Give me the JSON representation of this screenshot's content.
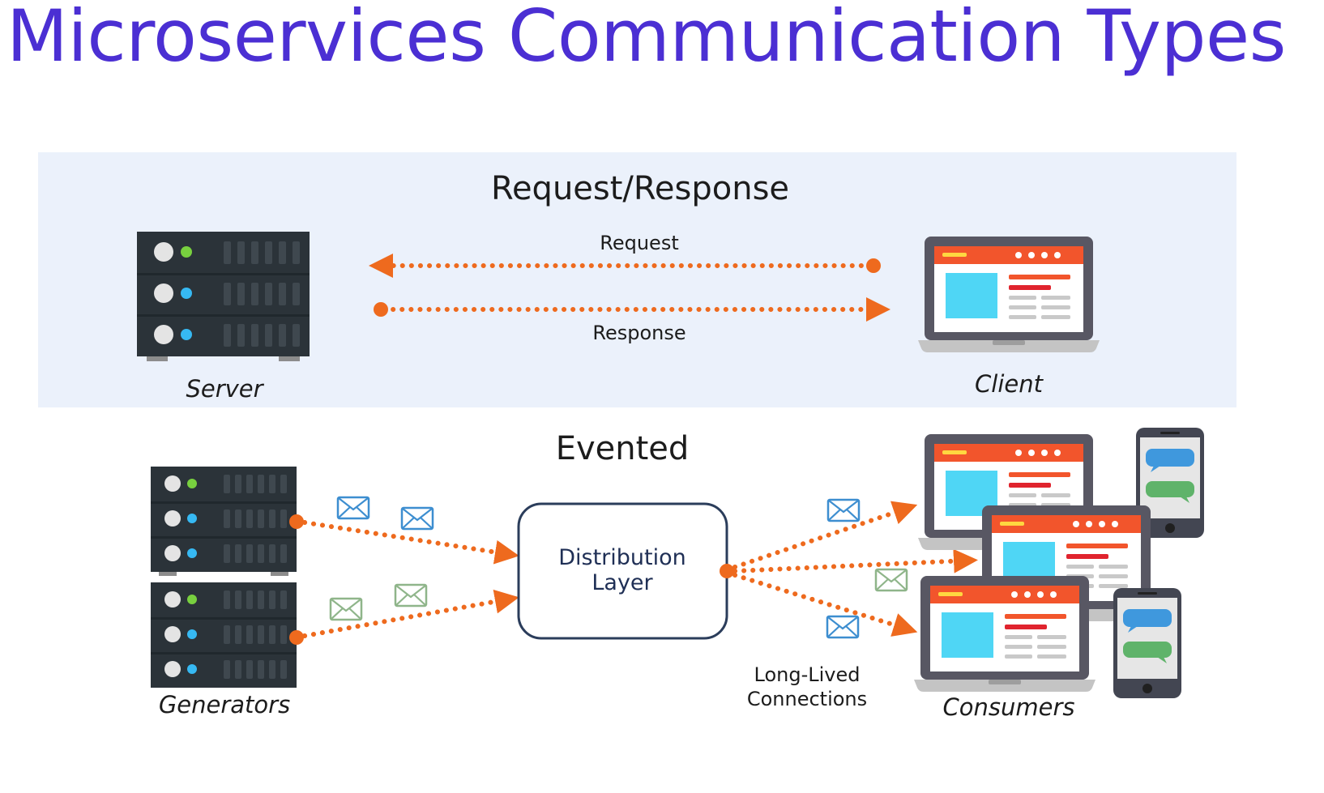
{
  "page": {
    "title": "Microservices Communication Types"
  },
  "request_response": {
    "heading": "Request/Response",
    "request_label": "Request",
    "response_label": "Response",
    "server_label": "Server",
    "client_label": "Client"
  },
  "evented": {
    "heading": "Evented",
    "distribution_line1": "Distribution",
    "distribution_line2": "Layer",
    "generators_label": "Generators",
    "long_lived_line1": "Long-Lived",
    "long_lived_line2": "Connections",
    "consumers_label": "Consumers"
  },
  "colors": {
    "title": "#4b2fd3",
    "panel": "#ebf1fb",
    "arrow": "#ee6a1e",
    "server": "#2b3339",
    "laptop_frame": "#585763",
    "screen_header": "#f2552c",
    "screen_block": "#4fd6f5"
  },
  "icons": [
    "server-icon",
    "laptop-icon",
    "phone-icon",
    "envelope-icon",
    "arrow-icon"
  ]
}
